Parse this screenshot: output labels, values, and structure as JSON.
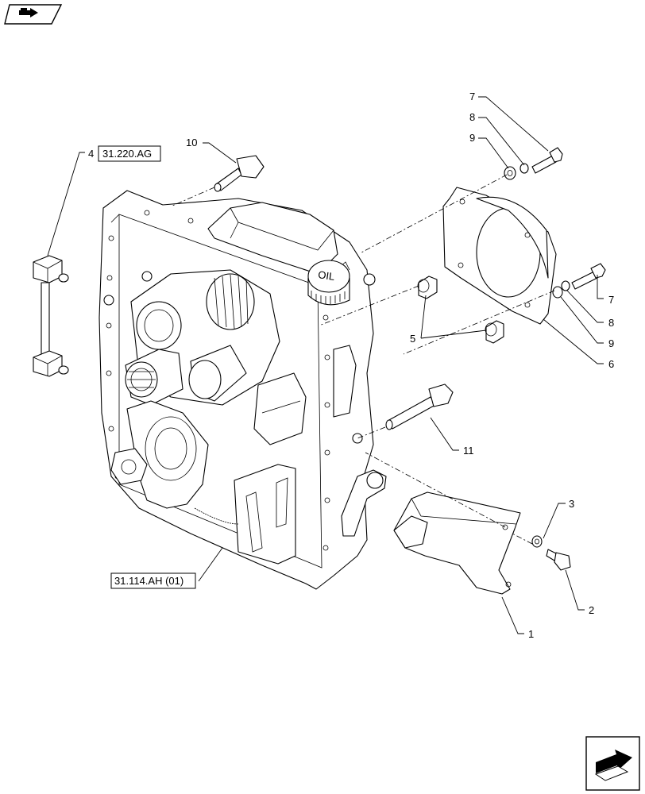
{
  "references": {
    "ref_upper": "31.220.AG",
    "ref_lower": "31.114.AH (01)"
  },
  "callouts": [
    {
      "id": "c1",
      "text": "1"
    },
    {
      "id": "c2",
      "text": "2"
    },
    {
      "id": "c3",
      "text": "3"
    },
    {
      "id": "c4",
      "text": "4"
    },
    {
      "id": "c5",
      "text": "5"
    },
    {
      "id": "c6",
      "text": "6"
    },
    {
      "id": "c7a",
      "text": "7"
    },
    {
      "id": "c7b",
      "text": "7"
    },
    {
      "id": "c8a",
      "text": "8"
    },
    {
      "id": "c8b",
      "text": "8"
    },
    {
      "id": "c9a",
      "text": "9"
    },
    {
      "id": "c9b",
      "text": "9"
    },
    {
      "id": "c10",
      "text": "10"
    },
    {
      "id": "c11",
      "text": "11"
    }
  ],
  "cap_marking": "OIL",
  "icons": {
    "top_left": "book-arrow-icon",
    "bottom_right": "next-page-arrow-icon"
  }
}
